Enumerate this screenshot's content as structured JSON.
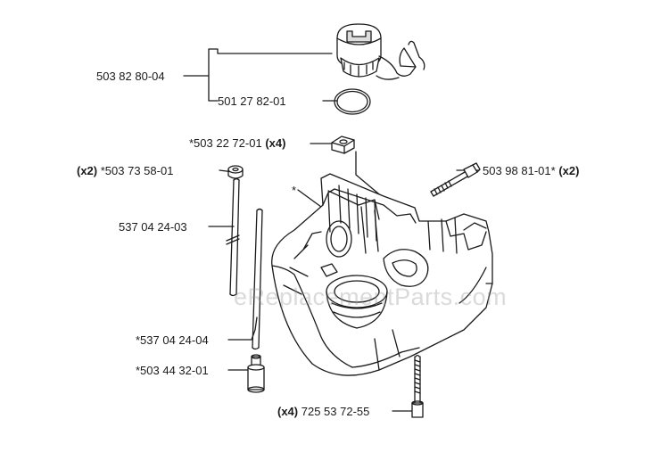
{
  "labels": {
    "cap_assembly": "503 82 80-04",
    "oring": "501 27 82-01",
    "top_nut": "*503 22 72-01",
    "top_nut_qty": "(x4)",
    "grommet_qty": "(x2)",
    "grommet": "*503 73 58-01",
    "bolt_right": "503 98 81-01*",
    "bolt_right_qty": "(x2)",
    "hose": "537 04 24-03",
    "hose2": "*537 04 24-04",
    "filter": "*503 44 32-01",
    "screw_qty": "(x4)",
    "screw": "725 53 72-55",
    "asterisk": "*"
  },
  "watermark": "eReplacementParts.com",
  "colors": {
    "line": "#1a1a1a",
    "watermark": "#bdbdbd"
  }
}
